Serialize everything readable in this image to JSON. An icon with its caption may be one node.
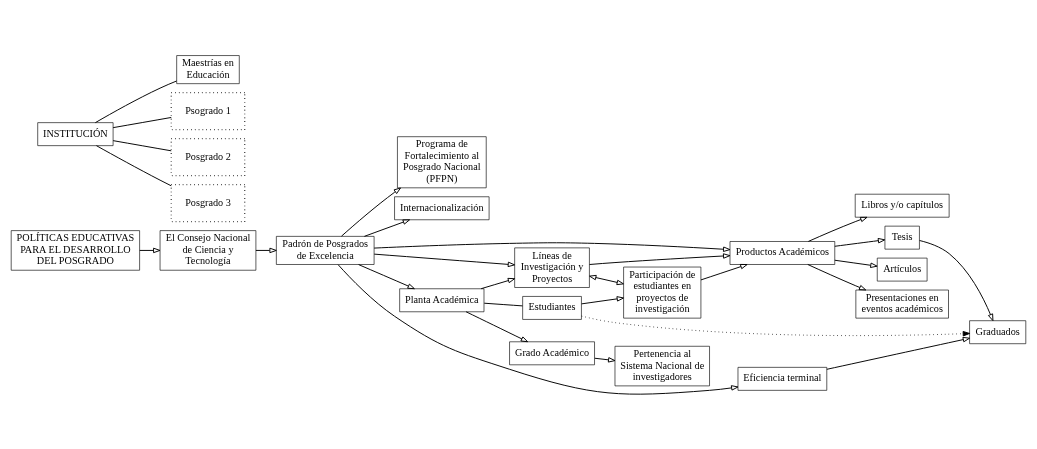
{
  "diagram": {
    "nodes": [
      {
        "text": [
          "POLÍTICAS EDUCATIVAS PARA EL DESARROLLO DEL POSGRADO"
        ]
      },
      {
        "text": [
          "El Consejo Nacional de Ciencia y Tecnología"
        ]
      },
      {
        "text": [
          "Padrón de Posgrados de Excelencia"
        ]
      },
      {
        "text": [
          "Programa de Fortalecimiento al Posgrado Nacional (PFPN)"
        ]
      },
      {
        "text": [
          "INSTITUCIÓN"
        ]
      },
      {
        "text": [
          "Maestrías en Educación"
        ]
      },
      {
        "text": [
          "Psogrado 1"
        ]
      },
      {
        "text": [
          "Posgrado 2"
        ]
      },
      {
        "text": [
          "Posgrado 3"
        ]
      },
      {
        "text": [
          "Internacionalización"
        ]
      },
      {
        "text": [
          "Planta Académica"
        ]
      },
      {
        "text": [
          "Líneas de Investigación y Proyectos"
        ]
      },
      {
        "text": [
          "Grado Académico"
        ]
      },
      {
        "text": [
          "Pertenencia al Sistema Nacional de investigadores"
        ]
      },
      {
        "text": [
          "Productos Académicos"
        ]
      },
      {
        "text": [
          "Artículos"
        ]
      },
      {
        "text": [
          "Presentaciones en eventos académicos"
        ]
      },
      {
        "text": [
          "Libros y/o capítulos"
        ]
      },
      {
        "text": [
          "Participación de estudiantes en proyectos de investigación"
        ]
      },
      {
        "text": [
          "Estudiantes"
        ]
      },
      {
        "text": [
          "Tesis"
        ]
      },
      {
        "text": [
          "Eficiencia terminal"
        ]
      },
      {
        "text": [
          "Graduados"
        ]
      }
    ],
    "edges": [
      {
        "from": 0,
        "to": 1,
        "arrow": "to"
      },
      {
        "from": 1,
        "to": 2,
        "arrow": "to"
      },
      {
        "from": 2,
        "to": 3,
        "arrow": "to"
      },
      {
        "from": 4,
        "to": 5,
        "arrow": "none"
      },
      {
        "from": 4,
        "to": 6,
        "arrow": "none"
      },
      {
        "from": 4,
        "to": 7,
        "arrow": "none"
      },
      {
        "from": 4,
        "to": 8,
        "arrow": "none"
      },
      {
        "from": 2,
        "to": 10,
        "arrow": "to"
      },
      {
        "from": 2,
        "to": 11,
        "arrow": "to"
      },
      {
        "from": 2,
        "to": 14,
        "arrow": "to"
      },
      {
        "from": 2,
        "to": 9,
        "arrow": "to"
      },
      {
        "from": 2,
        "to": 21,
        "arrow": "to"
      },
      {
        "from": 10,
        "to": 11,
        "arrow": "to"
      },
      {
        "from": 10,
        "to": 12,
        "arrow": "to"
      },
      {
        "from": 12,
        "to": 13,
        "arrow": "to"
      },
      {
        "from": 10,
        "to": 19,
        "arrow": "none"
      },
      {
        "from": 19,
        "to": 18,
        "arrow": "to"
      },
      {
        "from": 11,
        "to": 18,
        "arrow": "both"
      },
      {
        "from": 11,
        "to": 14,
        "arrow": "to"
      },
      {
        "from": 18,
        "to": 14,
        "arrow": "to"
      },
      {
        "from": 14,
        "to": 15,
        "arrow": "to"
      },
      {
        "from": 14,
        "to": 16,
        "arrow": "to"
      },
      {
        "from": 14,
        "to": 17,
        "arrow": "to"
      },
      {
        "from": 14,
        "to": 20,
        "arrow": "to"
      },
      {
        "from": 20,
        "to": 22,
        "arrow": "to"
      },
      {
        "from": 21,
        "to": 22,
        "arrow": "to"
      },
      {
        "from": 19,
        "to": 22,
        "arrow": "to",
        "style": "dashed"
      }
    ]
  }
}
